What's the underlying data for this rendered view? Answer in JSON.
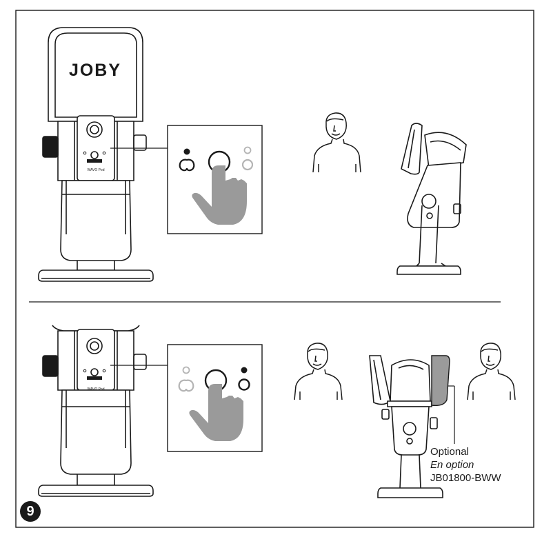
{
  "brand": {
    "logo_text": "JOBY",
    "device_label": "WAVO Pod"
  },
  "accessory": {
    "label_en": "Optional",
    "label_fr": "En option",
    "part_number": "JB01800-BWW"
  },
  "step": {
    "number": "9"
  },
  "colors": {
    "line": "#1a1a1a",
    "finger": "#9a9a9a",
    "inactive_icon": "#b4b4b4",
    "windscreen": "#9b9b9b"
  },
  "icons": {
    "top_active_mode": "cardioid-pattern-icon",
    "top_inactive_mode": "omni-pattern-icon",
    "bottom_active_mode": "omni-pattern-icon",
    "bottom_inactive_mode": "cardioid-pattern-icon"
  }
}
